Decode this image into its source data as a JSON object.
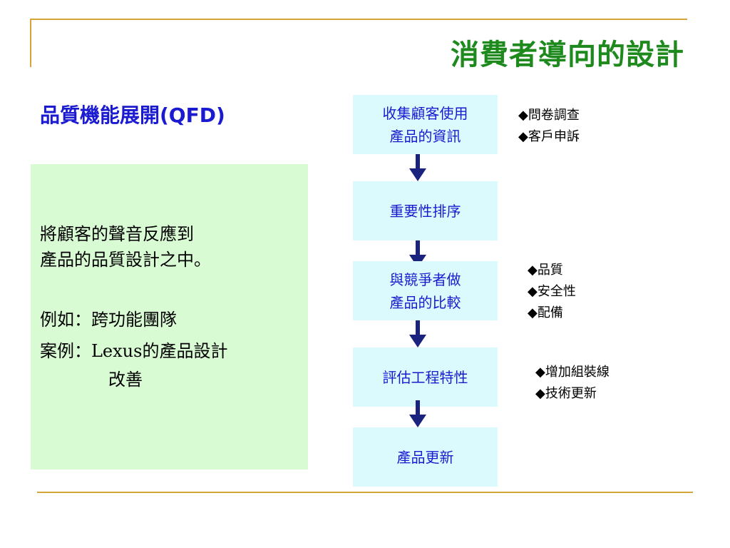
{
  "title": "消費者導向的設計",
  "subtitle": "品質機能展開(QFD)",
  "note": {
    "line1": "將顧客的聲音反應到",
    "line2": "產品的品質設計之中。",
    "line3": "例如：跨功能團隊",
    "line4": "案例：Lexus的產品設計",
    "line5": "改善"
  },
  "flow": {
    "step1_line1": "收集顧客使用",
    "step1_line2": "產品的資訊",
    "step2": "重要性排序",
    "step3_line1": "與競爭者做",
    "step3_line2": "產品的比較",
    "step4": "評估工程特性",
    "step5": "產品更新"
  },
  "bullets": {
    "group1": [
      "◆問卷調查",
      "◆客戶申訴"
    ],
    "group2": [
      "◆品質",
      "◆安全性",
      "◆配備"
    ],
    "group3": [
      "◆增加組裝線",
      "◆技術更新"
    ]
  },
  "colors": {
    "title": "#1e8a1e",
    "accent_blue": "#1a1ad0",
    "arrow": "#1a237e",
    "note_bg": "#d9fbd3",
    "flow_bg": "#dbfafd",
    "rule": "#d6a53a"
  }
}
